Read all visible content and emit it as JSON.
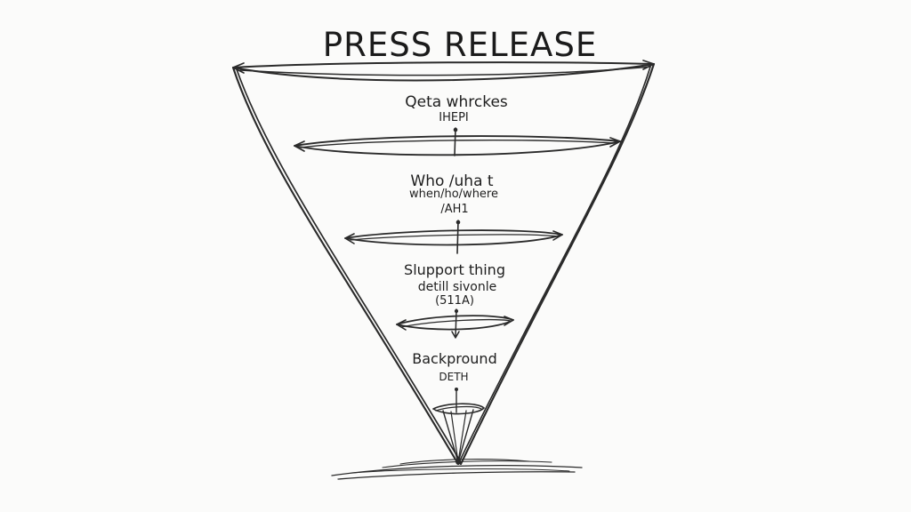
{
  "diagram": {
    "title": "PRESS RELEASE",
    "tiers": [
      {
        "lines": [
          "Qeta whrckes",
          "IHEPI"
        ]
      },
      {
        "lines": [
          "Who /uha t",
          "when/ho/where",
          "/AH1"
        ]
      },
      {
        "lines": [
          "Slupport thing",
          "detill sivonle",
          "(511A)"
        ]
      },
      {
        "lines": [
          "Backpround",
          "DETH"
        ]
      }
    ]
  },
  "colors": {
    "ink": "#2a2a2a",
    "paper": "#fbfbfa"
  }
}
